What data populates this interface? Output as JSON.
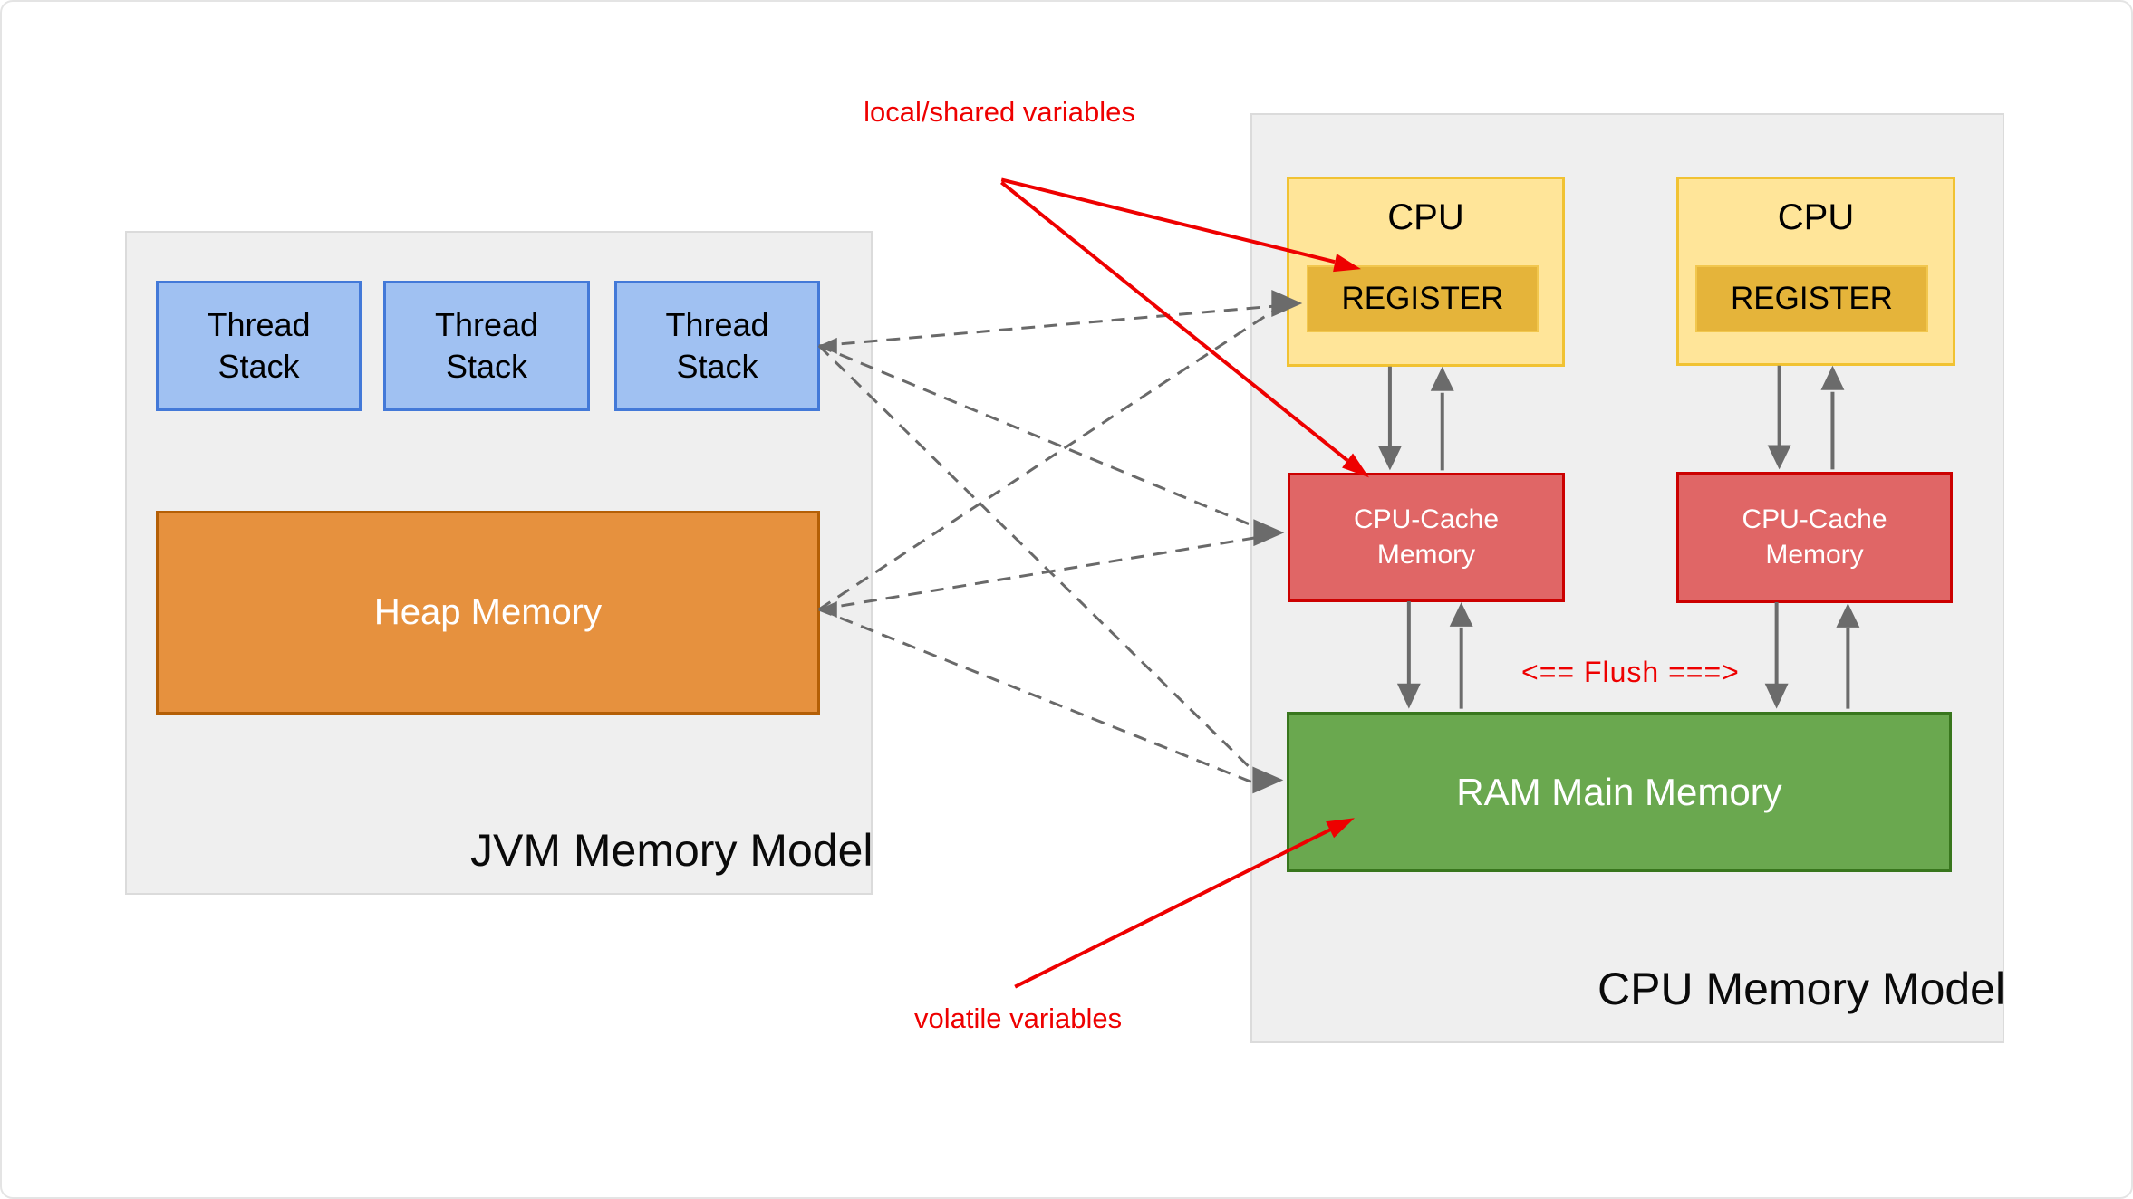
{
  "jvm_panel": {
    "title": "JVM Memory Model",
    "thread_stacks": [
      {
        "label": "Thread Stack"
      },
      {
        "label": "Thread Stack"
      },
      {
        "label": "Thread Stack"
      }
    ],
    "heap_label": "Heap Memory"
  },
  "cpu_panel": {
    "title": "CPU Memory Model",
    "cpus": [
      {
        "label": "CPU",
        "register_label": "REGISTER",
        "cache_label": "CPU-Cache Memory"
      },
      {
        "label": "CPU",
        "register_label": "REGISTER",
        "cache_label": "CPU-Cache Memory"
      }
    ],
    "ram_label": "RAM Main Memory",
    "flush_label": "<== Flush ===>"
  },
  "annotations": {
    "local_shared": "local/shared variables",
    "volatile": "volatile variables"
  },
  "colors": {
    "panel_bg": "#efefef",
    "thread_fill": "#a0c1f2",
    "thread_border": "#4379d8",
    "heap_fill": "#e6913e",
    "heap_border": "#b45f06",
    "cpu_fill": "#ffe599",
    "cpu_border": "#f1c232",
    "register_fill": "#e5b43a",
    "cache_fill": "#e06666",
    "cache_border": "#cc0000",
    "ram_fill": "#6aa84f",
    "ram_border": "#38761d",
    "connector_gray": "#696969",
    "annotation_red": "#ee0000"
  }
}
